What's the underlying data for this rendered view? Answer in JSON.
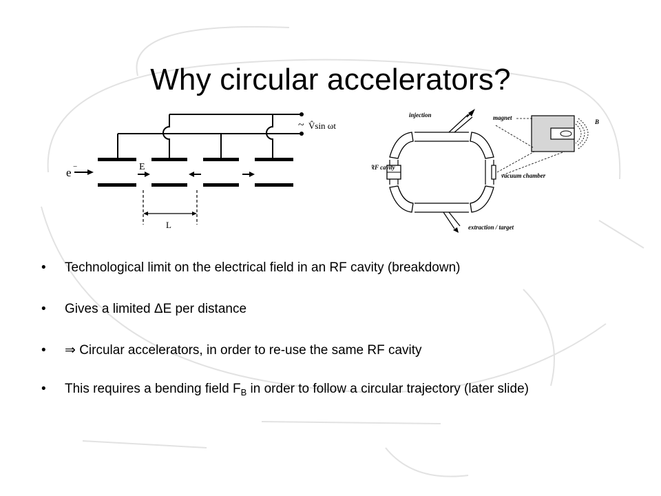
{
  "slide": {
    "title": "Why circular accelerators?",
    "bullet_symbol": "•",
    "bullets": [
      {
        "text": "Technological limit on the electrical field in an RF cavity (breakdown)"
      },
      {
        "pre": "Gives a limited ",
        "delta": "Δ",
        "post": "E per distance"
      },
      {
        "arrow": "⇒",
        "text": " Circular accelerators, in order to re-use the same RF cavity"
      },
      {
        "pre": "This requires a bending field F",
        "sub": "B",
        "post": " in order to follow a circular trajectory (later slide)"
      }
    ]
  },
  "linac_diagram": {
    "electron_label": "e",
    "electron_charge": "−",
    "field_label": "E",
    "voltage_label": "V̂sin ωt",
    "tilde": "~",
    "gap_label": "L"
  },
  "ring_diagram": {
    "injection_label": "injection",
    "magnet_label": "magnet",
    "field_label": "B",
    "rf_cavity_label": "RF cavity",
    "vacuum_chamber_label": "vacuum chamber",
    "extraction_label": "extraction / target"
  }
}
